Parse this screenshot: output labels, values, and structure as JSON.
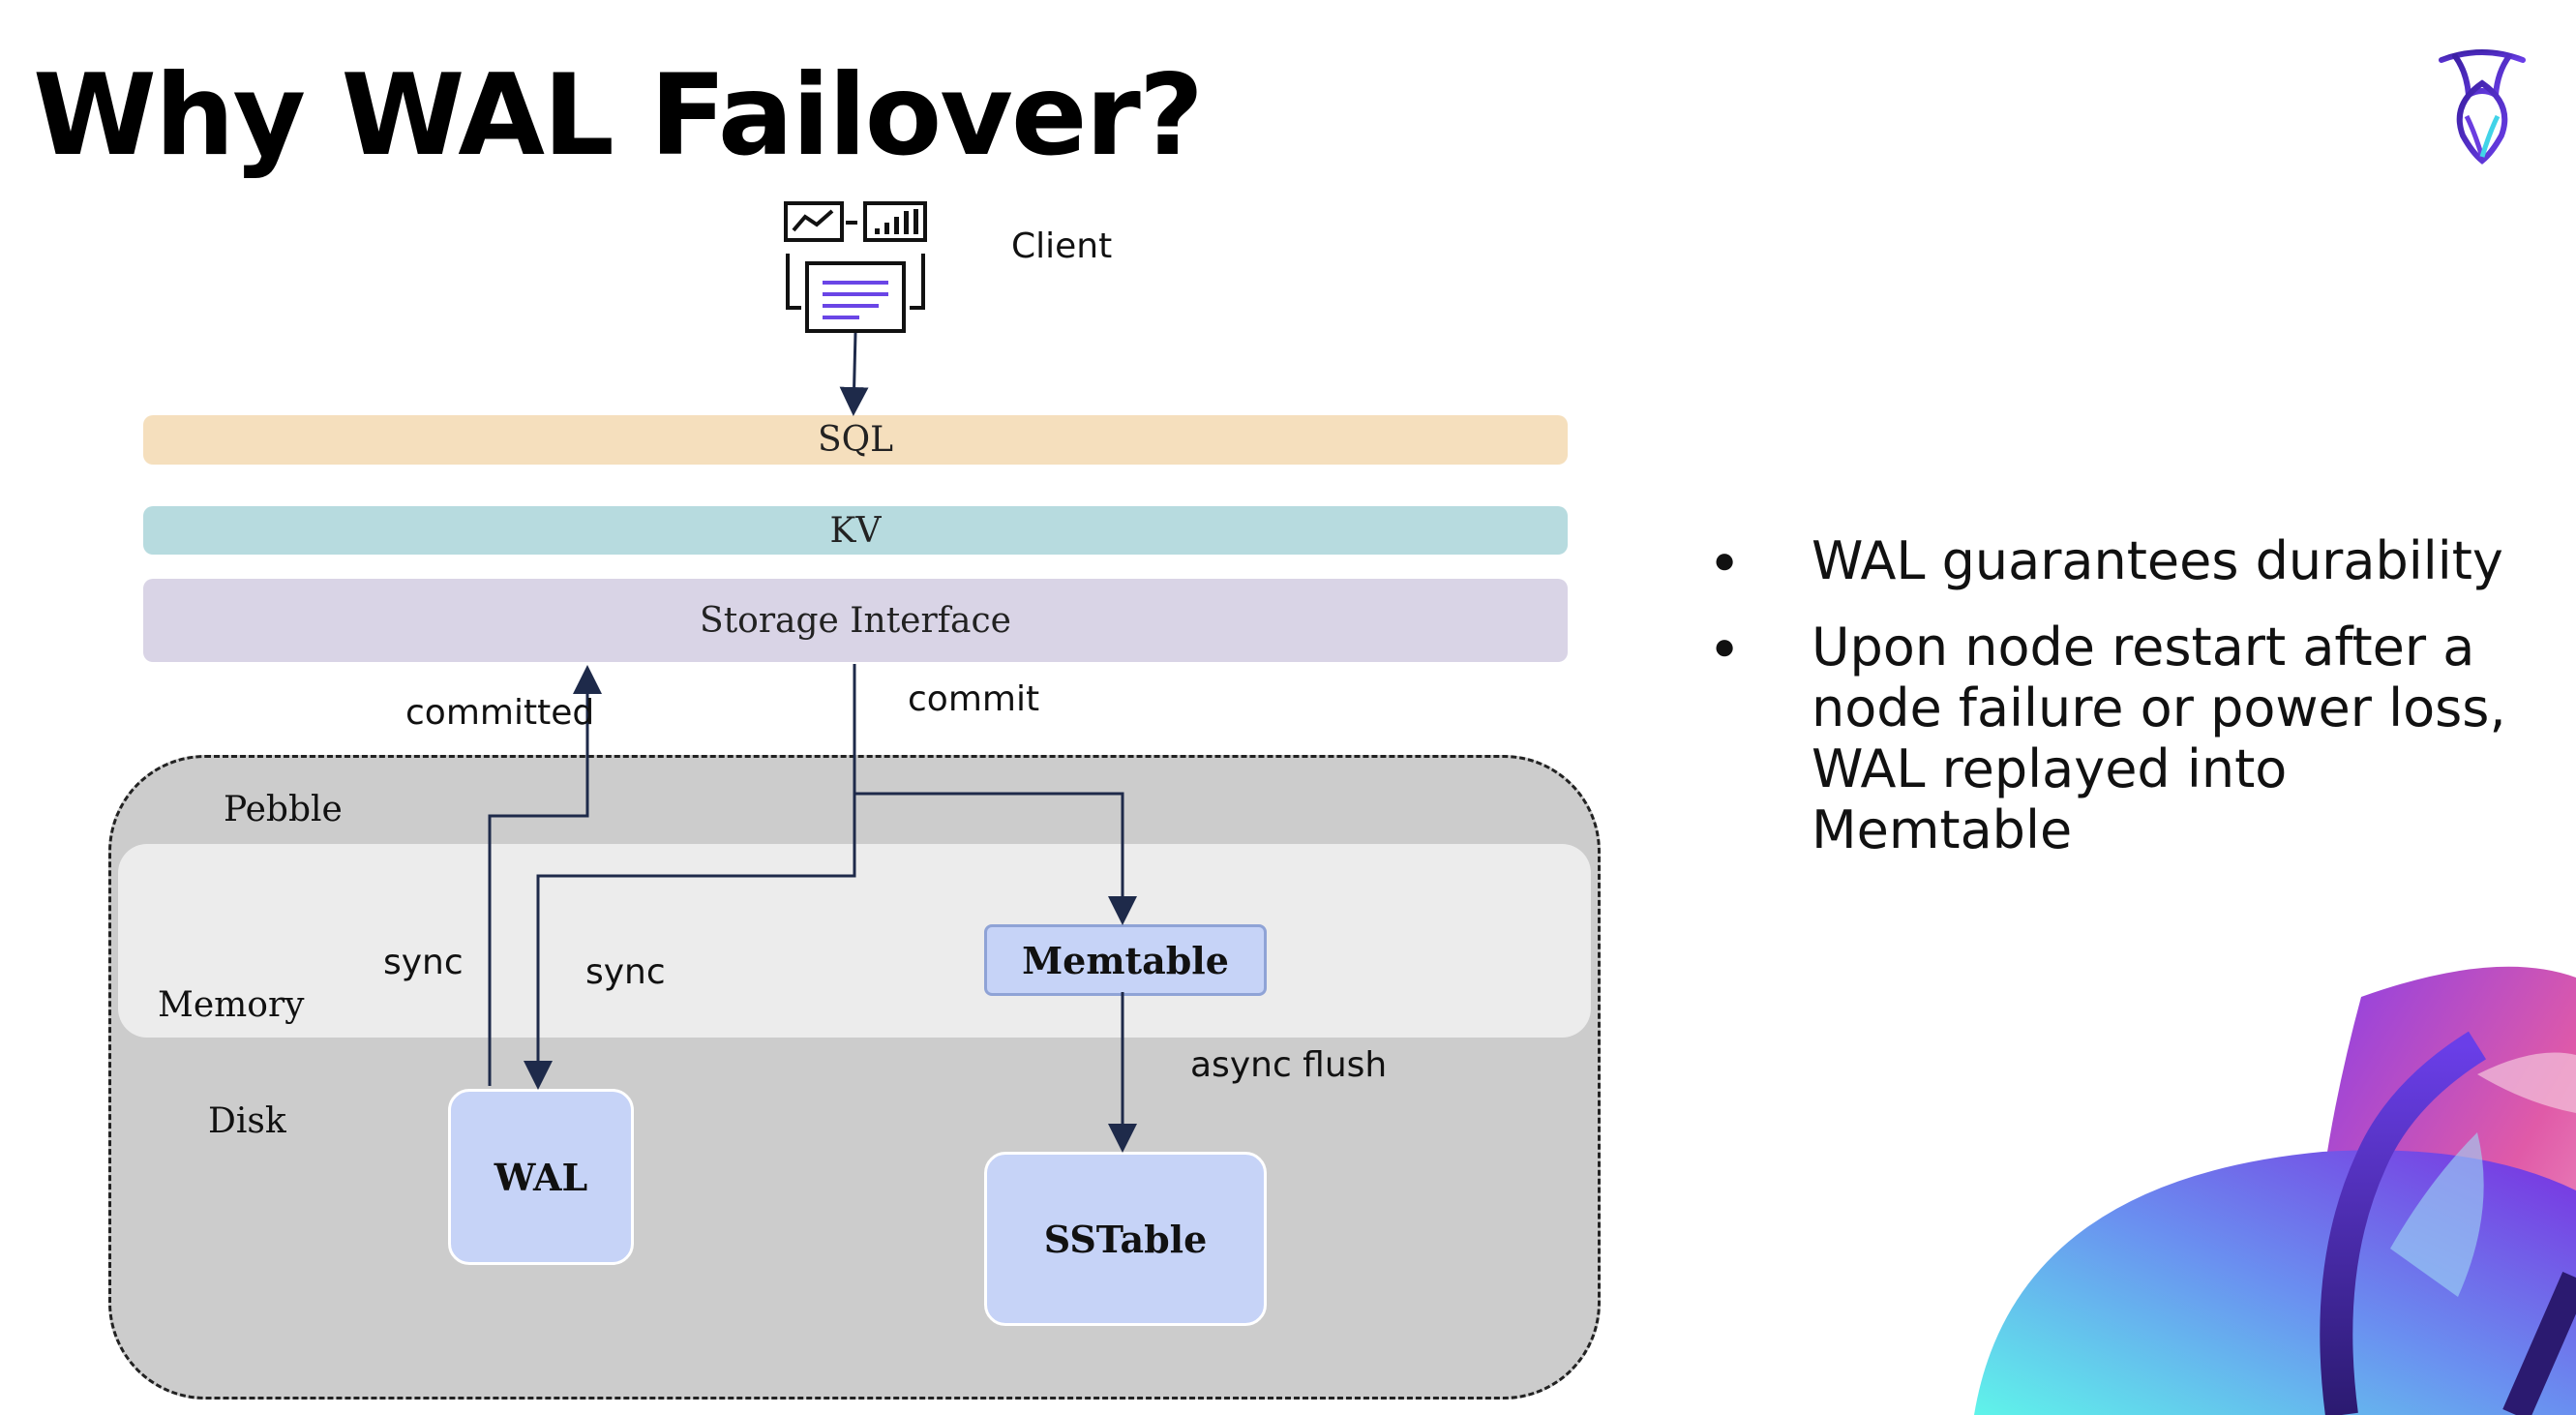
{
  "slide": {
    "title": "Why WAL Failover?"
  },
  "diagram": {
    "client_label": "Client",
    "layers": {
      "sql": "SQL",
      "kv": "KV",
      "storage": "Storage Interface"
    },
    "pebble": {
      "label": "Pebble",
      "memory_label": "Memory",
      "disk_label": "Disk"
    },
    "boxes": {
      "memtable": "Memtable",
      "wal": "WAL",
      "sstable": "SSTable"
    },
    "edges": {
      "committed": "committed",
      "commit": "commit",
      "sync_left": "sync",
      "sync_right": "sync",
      "async_flush": "async flush"
    },
    "colors": {
      "sql": "#f5dfbd",
      "kv": "#b7dbdf",
      "storage": "#d9d4e6",
      "pebble": "#cccccc",
      "memory": "#ececec",
      "box": "#c6d3f7",
      "arrow": "#1e2a4a"
    }
  },
  "bullets": [
    "WAL guarantees durability",
    "Upon node restart after a node failure or power loss, WAL replayed into Memtable"
  ],
  "icons": {
    "logo": "cockroach-logo-icon",
    "client": "client-dashboard-icon",
    "decoration": "gradient-cockroach-art"
  }
}
